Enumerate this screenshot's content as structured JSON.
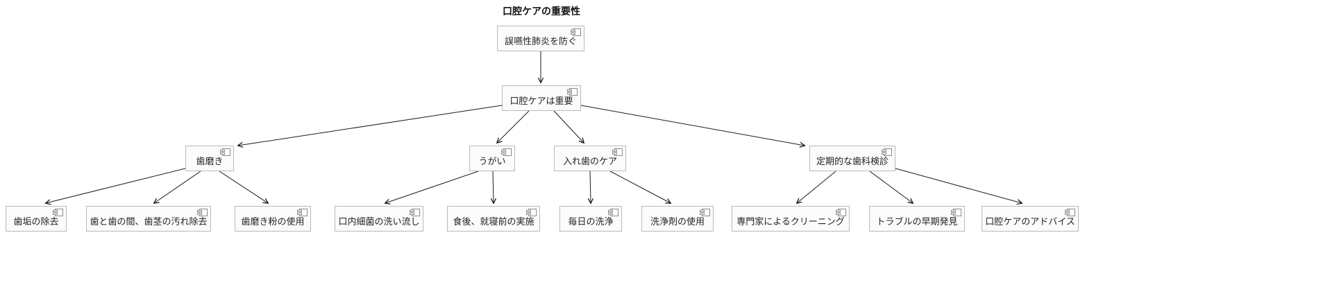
{
  "title": "口腔ケアの重要性",
  "nodes": {
    "root": {
      "label": "誤嚥性肺炎を防ぐ"
    },
    "main": {
      "label": "口腔ケアは重要"
    },
    "brushing": {
      "label": "歯磨き"
    },
    "gargle": {
      "label": "うがい"
    },
    "denture": {
      "label": "入れ歯のケア"
    },
    "checkup": {
      "label": "定期的な歯科検診"
    },
    "plaque": {
      "label": "歯垢の除去"
    },
    "between": {
      "label": "歯と歯の間、歯茎の汚れ除去"
    },
    "toothpaste": {
      "label": "歯磨き粉の使用"
    },
    "rinse": {
      "label": "口内細菌の洗い流し"
    },
    "timing": {
      "label": "食後、就寝前の実施"
    },
    "daily_wash": {
      "label": "毎日の洗浄"
    },
    "cleanser": {
      "label": "洗浄剤の使用"
    },
    "pro_cleaning": {
      "label": "専門家によるクリーニング"
    },
    "early_detect": {
      "label": "トラブルの早期発見"
    },
    "advice": {
      "label": "口腔ケアのアドバイス"
    }
  },
  "edges": [
    {
      "from": "root",
      "to": "main"
    },
    {
      "from": "main",
      "to": "brushing"
    },
    {
      "from": "main",
      "to": "gargle"
    },
    {
      "from": "main",
      "to": "denture"
    },
    {
      "from": "main",
      "to": "checkup"
    },
    {
      "from": "brushing",
      "to": "plaque"
    },
    {
      "from": "brushing",
      "to": "between"
    },
    {
      "from": "brushing",
      "to": "toothpaste"
    },
    {
      "from": "gargle",
      "to": "rinse"
    },
    {
      "from": "gargle",
      "to": "timing"
    },
    {
      "from": "denture",
      "to": "daily_wash"
    },
    {
      "from": "denture",
      "to": "cleanser"
    },
    {
      "from": "checkup",
      "to": "pro_cleaning"
    },
    {
      "from": "checkup",
      "to": "early_detect"
    },
    {
      "from": "checkup",
      "to": "advice"
    }
  ],
  "colors": {
    "node_fill": "#fbfbfb",
    "node_border": "#b9b9b9",
    "edge": "#1a1a1a",
    "text": "#222222"
  }
}
